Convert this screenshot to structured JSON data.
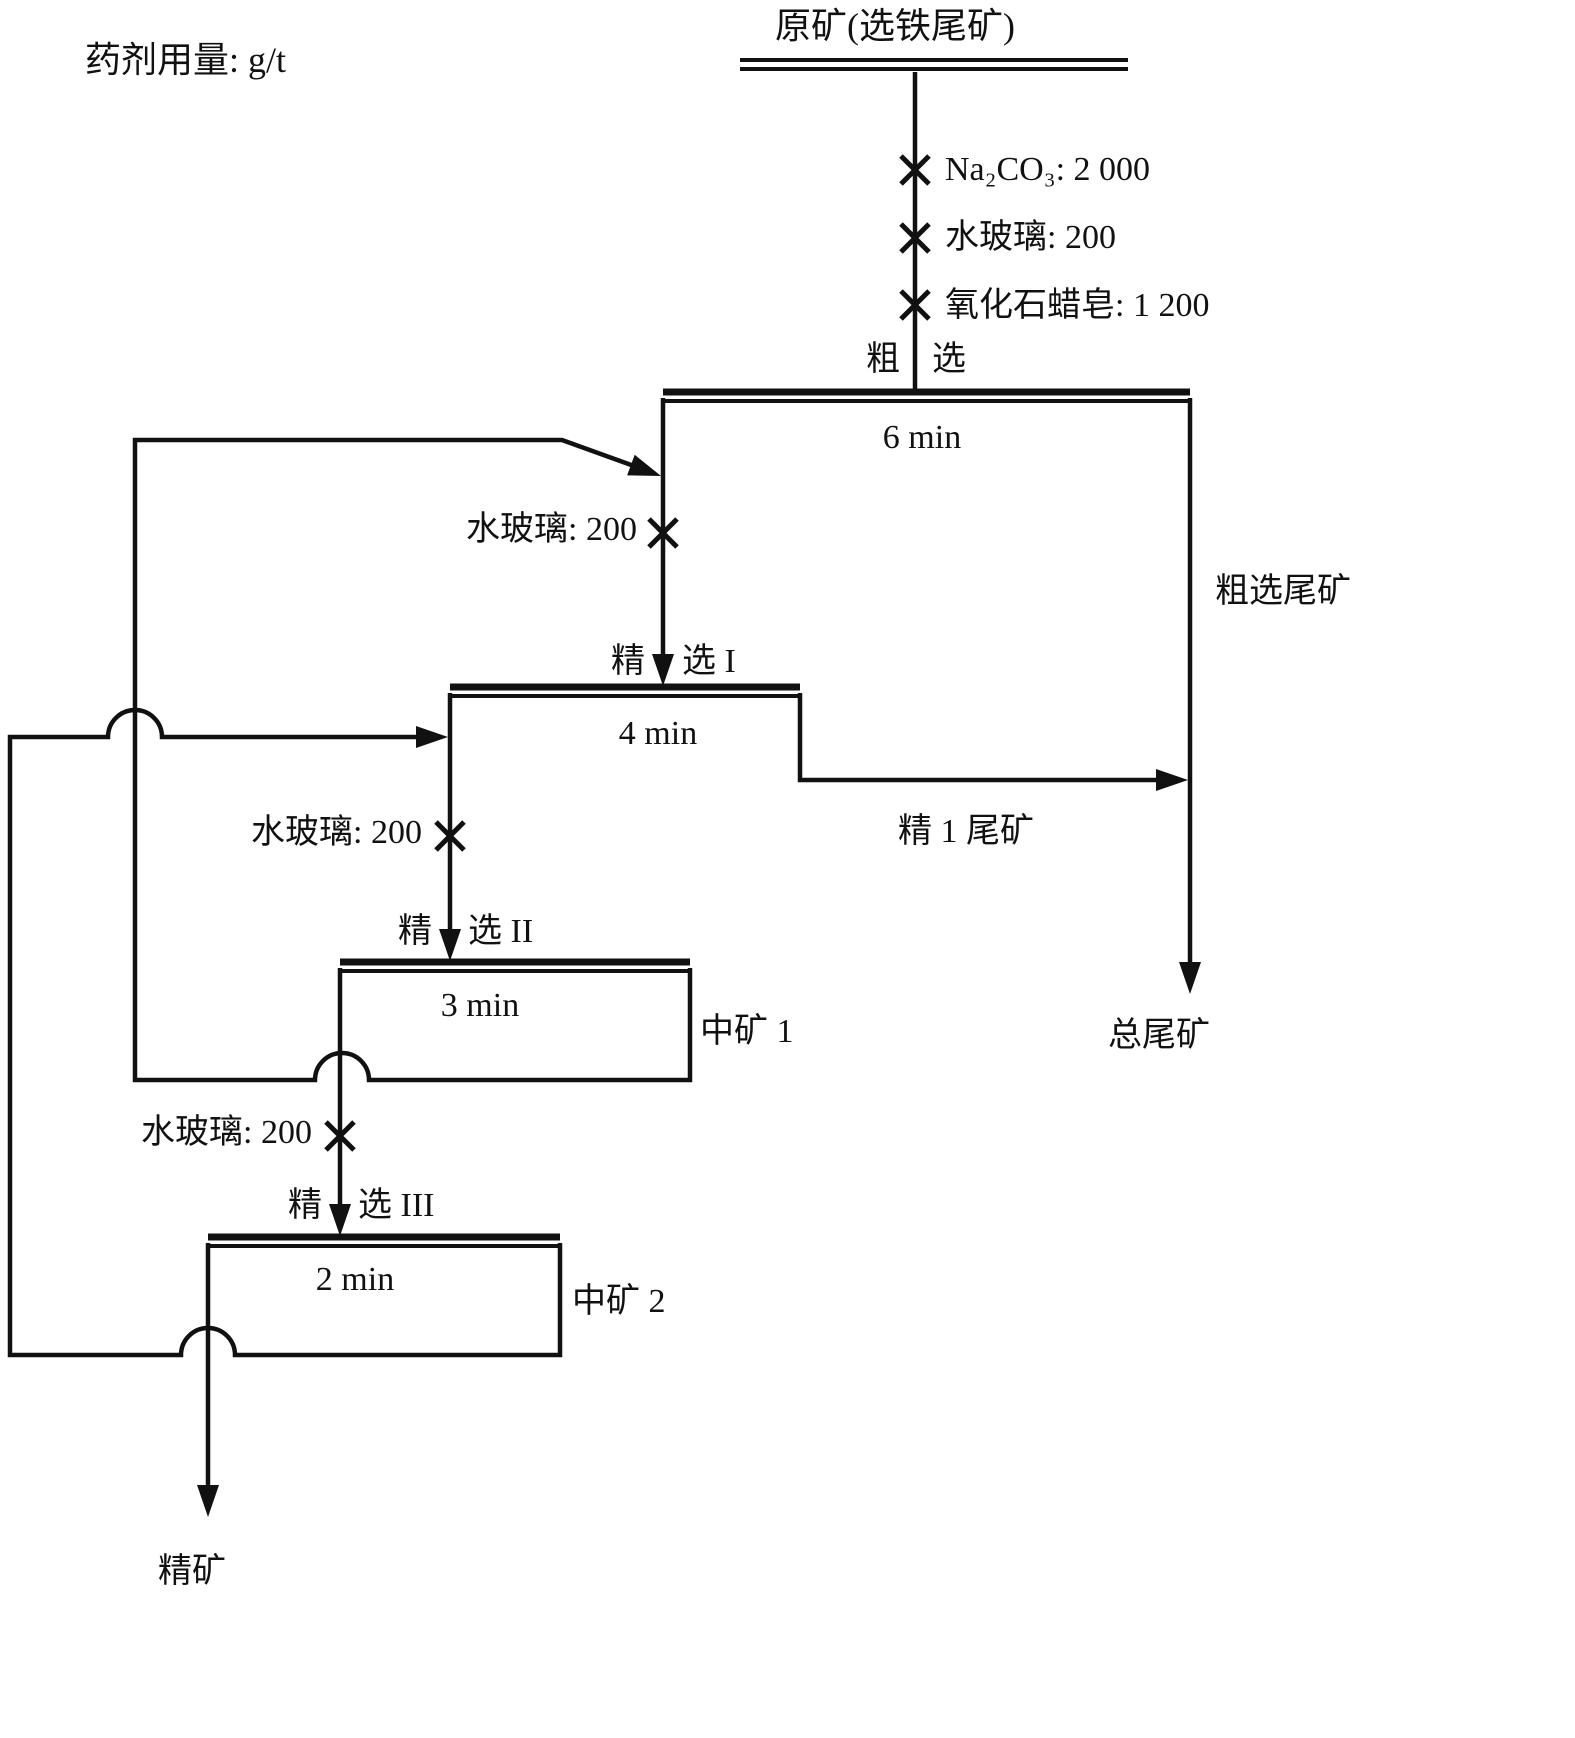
{
  "diagram": {
    "note": "药剂用量: g/t",
    "feed_label": "原矿(选铁尾矿)",
    "feed_reagents": [
      "Na₂CO₃: 2 000",
      "水玻璃: 200",
      "氧化石蜡皂: 1 200"
    ],
    "stages": [
      {
        "name_pre": "粗",
        "name_post": "选",
        "time": "6 min"
      },
      {
        "name_pre": "精",
        "name_post": "选 I",
        "time": "4 min",
        "reagent": "水玻璃: 200"
      },
      {
        "name_pre": "精",
        "name_post": "选 II",
        "time": "3 min",
        "reagent": "水玻璃: 200"
      },
      {
        "name_pre": "精",
        "name_post": "选 III",
        "time": "2 min",
        "reagent": "水玻璃: 200"
      }
    ],
    "streams": {
      "rougher_tailings": "粗选尾矿",
      "cleaner1_tailings": "精 1 尾矿",
      "total_tailings": "总尾矿",
      "middlings1": "中矿 1",
      "middlings2": "中矿 2",
      "concentrate": "精矿"
    }
  }
}
